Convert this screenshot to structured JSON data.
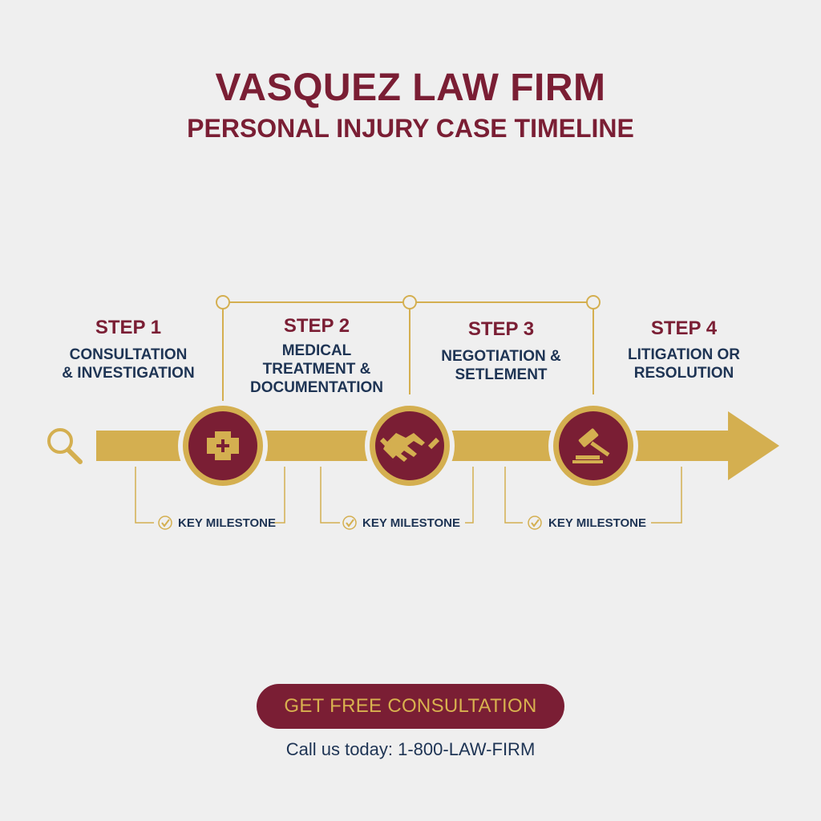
{
  "header": {
    "title": "VASQUEZ LAW FIRM",
    "subtitle": "PERSONAL INJURY CASE TIMELINE"
  },
  "steps": [
    {
      "label": "STEP 1",
      "desc": "CONSULTATION\n& INVESTIGATION"
    },
    {
      "label": "STEP 2",
      "desc": "MEDICAL\nTREATMENT &\nDOCUMENTATION"
    },
    {
      "label": "STEP 3",
      "desc": "NEGOTIATION &\nSETLEMENT"
    },
    {
      "label": "STEP 4",
      "desc": "LITIGATION OR\nRESOLUTION"
    }
  ],
  "milestones": [
    "KEY MILESTONE",
    "KEY MILESTONE",
    "KEY MILESTONE"
  ],
  "icons": [
    "magnifier-icon",
    "medical-cross-icon",
    "handshake-icon",
    "gavel-icon"
  ],
  "cta": {
    "button_label": "GET FREE CONSULTATION",
    "call_text": "Call us today: 1-800-LAW-FIRM"
  },
  "colors": {
    "maroon": "#7a1e34",
    "gold": "#d4af50",
    "navy": "#1e3454",
    "background": "#efefef"
  }
}
